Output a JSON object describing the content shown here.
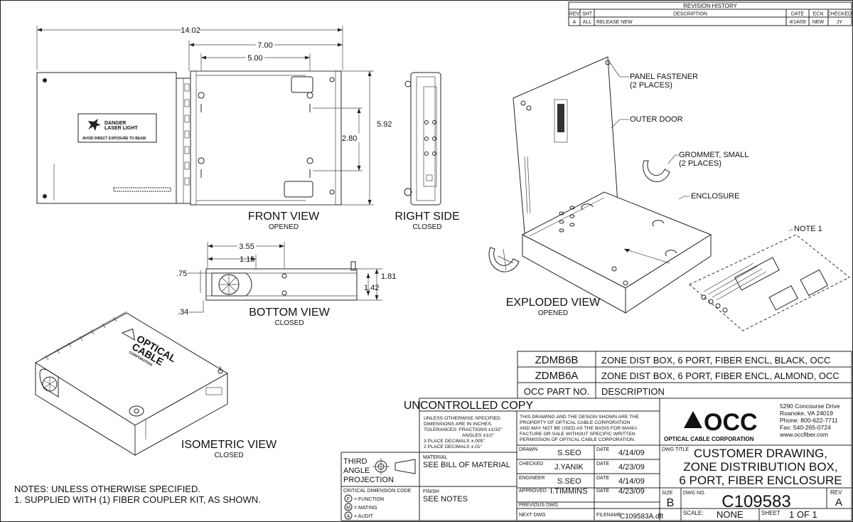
{
  "revision_history": {
    "title": "REVISION HISTORY",
    "headers": [
      "REV",
      "SHT",
      "DESCRIPTION",
      "DATE",
      "ECN",
      "CHECKED"
    ],
    "rows": [
      [
        "A",
        "ALL",
        "RELEASE NEW",
        "4/14/09",
        "NEW",
        "JY"
      ]
    ]
  },
  "front_view": {
    "label": "FRONT VIEW",
    "state": "OPENED",
    "dims": {
      "overall": "14.02",
      "box_width": "7.00",
      "hole_spacing": "5.00",
      "height": "5.92",
      "inner_height": "2.80"
    },
    "label_text_1": "DANGER",
    "label_text_2": "LASER LIGHT",
    "label_text_3": "AVOID DIRECT EXPOSURE TO BEAM"
  },
  "right_side": {
    "label": "RIGHT SIDE",
    "state": "CLOSED"
  },
  "bottom_view": {
    "label": "BOTTOM VIEW",
    "state": "CLOSED",
    "dims": {
      "d1": "3.55",
      "d2": "1.15",
      "d3": ".75",
      "d4": ".34",
      "d5": "1.81",
      "d6": "1.42"
    }
  },
  "isometric_view": {
    "label": "ISOMETRIC VIEW",
    "state": "CLOSED",
    "logo_line_1": "OPTICAL",
    "logo_line_2": "CABLE",
    "logo_line_3": "CORPORATION"
  },
  "exploded_view": {
    "label": "EXPLODED VIEW",
    "state": "OPENED",
    "callouts": [
      {
        "line1": "PANEL FASTENER",
        "line2": "(2 PLACES)"
      },
      {
        "line1": "OUTER DOOR",
        "line2": ""
      },
      {
        "line1": "GROMMET, SMALL",
        "line2": "(2 PLACES)"
      },
      {
        "line1": "ENCLOSURE",
        "line2": ""
      },
      {
        "line1": "NOTE 1",
        "line2": ""
      }
    ]
  },
  "notes": {
    "line1": "NOTES: UNLESS OTHERWISE SPECIFIED.",
    "line2": "1. SUPPLIED WITH (1) FIBER COUPLER KIT, AS SHOWN."
  },
  "parts": {
    "rows": [
      {
        "part": "ZDMB6B",
        "desc": "ZONE DIST BOX, 6 PORT, FIBER ENCL, BLACK, OCC"
      },
      {
        "part": "ZDMB6A",
        "desc": "ZONE DIST BOX, 6 PORT, FIBER ENCL, ALMOND, OCC"
      }
    ],
    "header_part": "OCC PART NO.",
    "header_desc": "DESCRIPTION"
  },
  "title_block": {
    "uncontrolled": "UNCONTROLLED COPY",
    "tolerances": [
      "UNLESS OTHERWISE SPECIFIED",
      "DIMENSIONS ARE IN INCHES.",
      "TOLERANCES: FRACTIONS ±1/32\"",
      "ANGLES ±1/2°",
      "3 PLACE DECIMALS ±.005\"",
      "2 PLACE DECIMALS ±.01\""
    ],
    "proprietary": [
      "THIS DRAWING AND THE DESIGN SHOWN ARE THE",
      "PROPERTY OF OPTICAL CABLE CORPORATION",
      "AND MAY NOT BE USED AS THE BASIS FOR MANU-",
      "FACTURE OR SALE WITHOUT SPECIFIC WRITTEN",
      "PERMISSION OF OPTICAL CABLE CORPORATION."
    ],
    "company_logo": "OCC",
    "company_name": "OPTICAL CABLE CORPORATION",
    "address": [
      "5290 Concourse Drive",
      "Roanoke, VA 24019",
      "Phone: 800-622-7711",
      "Fax: 540-265-0724",
      "www.occfiber.com"
    ],
    "projection_1": "THIRD",
    "projection_2": "ANGLE",
    "projection_3": "PROJECTION",
    "material_label": "MATERIAL",
    "material": "SEE BILL OF MATERIAL",
    "finish_label": "FINISH",
    "finish": "SEE NOTES",
    "critical_label": "CRITICAL DIMENSION CODE",
    "critical_codes": [
      {
        "code": "F",
        "text": "= FUNCTION"
      },
      {
        "code": "M",
        "text": "= MATING"
      },
      {
        "code": "A",
        "text": "= AUDIT"
      }
    ],
    "signoffs": [
      {
        "role": "DRAWN",
        "name": "S.SEO",
        "date_label": "DATE",
        "date": "4/14/09"
      },
      {
        "role": "CHECKED",
        "name": "J.YANIK",
        "date_label": "DATE",
        "date": "4/23/09"
      },
      {
        "role": "ENGINEER",
        "name": "S.SEO",
        "date_label": "DATE",
        "date": "4/14/09"
      },
      {
        "role": "APPROVED",
        "name": "I.TIMMINS",
        "date_label": "DATE",
        "date": "4/23/09"
      }
    ],
    "previous_dwg_label": "PREVIOUS DWG",
    "next_dwg_label": "NEXT DWG",
    "filename_label": "FILENAME",
    "filename": "C109583A.dft",
    "dwg_title_label": "DWG TITLE",
    "title_lines": [
      "CUSTOMER DRAWING,",
      "ZONE DISTRIBUTION BOX,",
      "6 PORT, FIBER ENCLOSURE"
    ],
    "size_label": "SIZE",
    "size": "B",
    "dwg_no_label": "DWG NO.",
    "dwg_no": "C109583",
    "rev_label": "REV",
    "rev": "A",
    "scale_label": "SCALE:",
    "scale": "NONE",
    "sheet_label": "SHEET",
    "sheet": "1 OF 1"
  }
}
